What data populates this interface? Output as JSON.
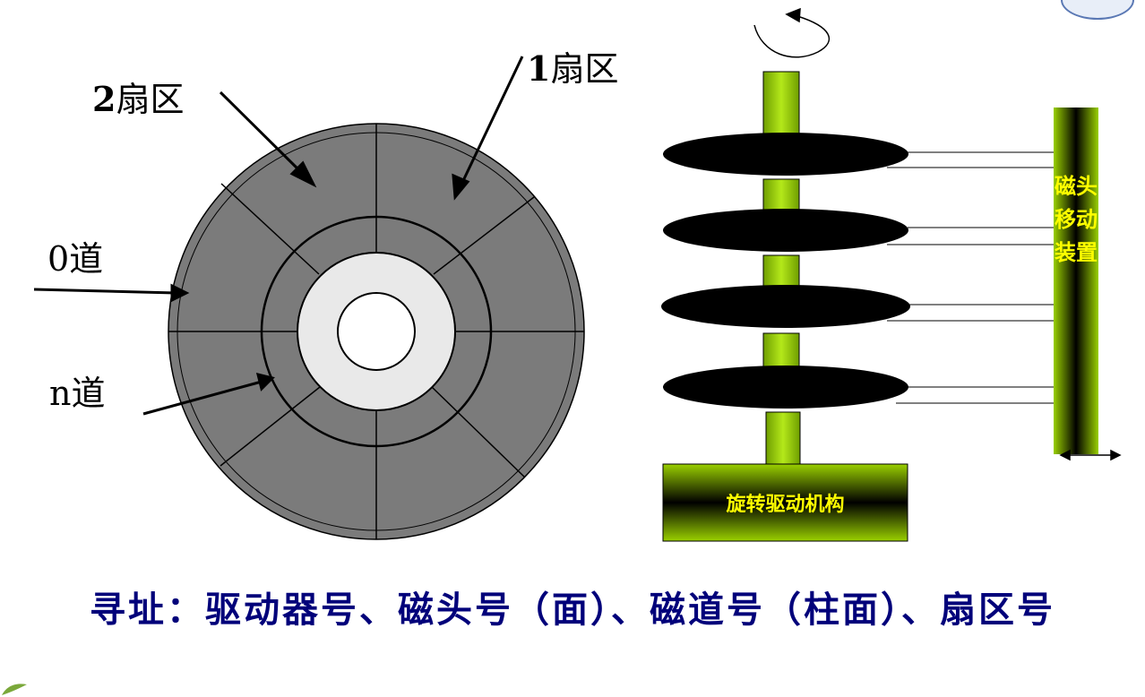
{
  "labels": {
    "sector2_num": "2",
    "sector2_text": "扇区",
    "sector1_num": "1",
    "sector1_text": "扇区",
    "track0": "0道",
    "trackn": "n道"
  },
  "head_mover_label": "磁头移动装置",
  "drive_label": "旋转驱动机构",
  "caption": "寻址：驱动器号、磁头号（面）、磁道号（柱面）、扇区号",
  "colors": {
    "disk_outer": "#7b7b7b",
    "disk_hub": "#e9e9e9",
    "spindle_green": "#8cc10a",
    "platter": "#000000",
    "label_yellow": "#ffff00",
    "caption_blue": "#00007a"
  }
}
